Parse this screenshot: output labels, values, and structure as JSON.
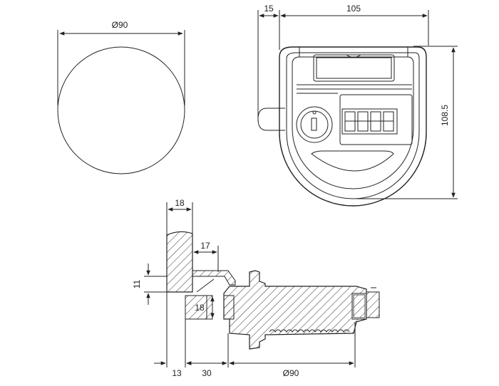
{
  "front_view": {
    "dim_diameter": "Ø90"
  },
  "lock_view": {
    "dim_top_left": "15",
    "dim_top_width": "105",
    "dim_height": "108.5"
  },
  "section_view": {
    "dim_top": "18",
    "dim_bracket": "17",
    "dim_left_vertical": "11",
    "dim_inner_vertical": "18",
    "dim_bottom_a": "13",
    "dim_bottom_b": "30",
    "dim_bottom_c": "Ø90"
  }
}
